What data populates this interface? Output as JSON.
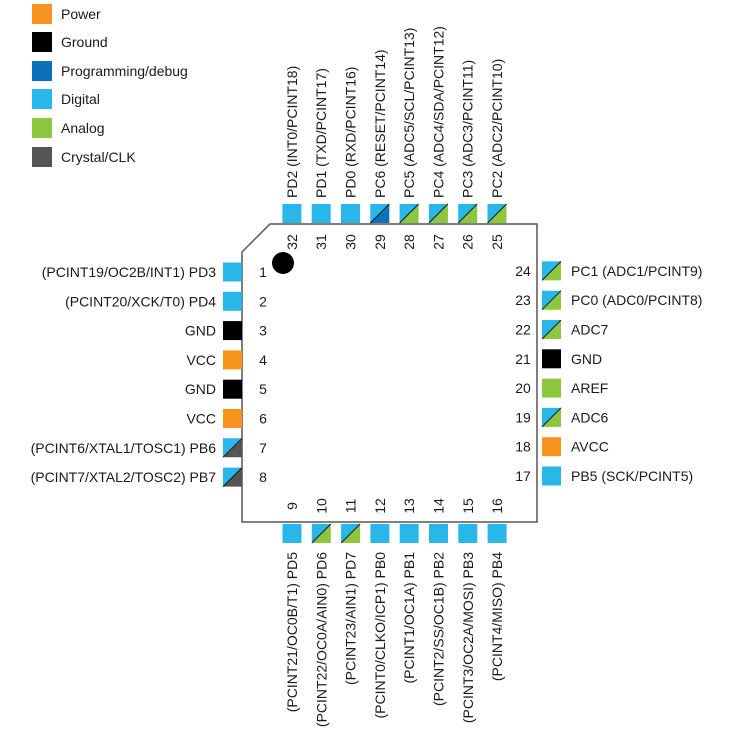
{
  "legend": [
    {
      "label": "Power",
      "color": "#F7941D",
      "kind": "power"
    },
    {
      "label": "Ground",
      "color": "#000000",
      "kind": "ground"
    },
    {
      "label": "Programming/debug",
      "color": "#0B72BA",
      "kind": "prog"
    },
    {
      "label": "Digital",
      "color": "#29B6E8",
      "kind": "digital"
    },
    {
      "label": "Analog",
      "color": "#8DC63F",
      "kind": "analog"
    },
    {
      "label": "Crystal/CLK",
      "color": "#555555",
      "kind": "clk"
    }
  ],
  "left_pins": [
    {
      "num": "1",
      "label": "(PCINT19/OC2B/INT1) PD3",
      "type": "digital"
    },
    {
      "num": "2",
      "label": "(PCINT20/XCK/T0) PD4",
      "type": "digital"
    },
    {
      "num": "3",
      "label": "GND",
      "type": "ground"
    },
    {
      "num": "4",
      "label": "VCC",
      "type": "power"
    },
    {
      "num": "5",
      "label": "GND",
      "type": "ground"
    },
    {
      "num": "6",
      "label": "VCC",
      "type": "power"
    },
    {
      "num": "7",
      "label": "(PCINT6/XTAL1/TOSC1) PB6",
      "type": "digital-clk"
    },
    {
      "num": "8",
      "label": "(PCINT7/XTAL2/TOSC2) PB7",
      "type": "digital-clk"
    }
  ],
  "bottom_pins": [
    {
      "num": "9",
      "label": "(PCINT21/OC0B/T1) PD5",
      "type": "digital"
    },
    {
      "num": "10",
      "label": "(PCINT22/OC0A/AIN0) PD6",
      "type": "digital-analog"
    },
    {
      "num": "11",
      "label": "(PCINT23/AIN1) PD7",
      "type": "digital-analog"
    },
    {
      "num": "12",
      "label": "(PCINT0/CLKO/ICP1) PB0",
      "type": "digital"
    },
    {
      "num": "13",
      "label": "(PCINT1/OC1A) PB1",
      "type": "digital"
    },
    {
      "num": "14",
      "label": "(PCINT2/SS/OC1B) PB2",
      "type": "digital"
    },
    {
      "num": "15",
      "label": "(PCINT3/OC2A/MOSI) PB3",
      "type": "digital"
    },
    {
      "num": "16",
      "label": "(PCINT4/MISO) PB4",
      "type": "digital"
    }
  ],
  "right_pins": [
    {
      "num": "17",
      "label": "PB5 (SCK/PCINT5)",
      "type": "digital"
    },
    {
      "num": "18",
      "label": "AVCC",
      "type": "power"
    },
    {
      "num": "19",
      "label": "ADC6",
      "type": "digital-analog"
    },
    {
      "num": "20",
      "label": "AREF",
      "type": "analog"
    },
    {
      "num": "21",
      "label": "GND",
      "type": "ground"
    },
    {
      "num": "22",
      "label": "ADC7",
      "type": "digital-analog"
    },
    {
      "num": "23",
      "label": "PC0 (ADC0/PCINT8)",
      "type": "digital-analog"
    },
    {
      "num": "24",
      "label": "PC1 (ADC1/PCINT9)",
      "type": "digital-analog"
    }
  ],
  "top_pins": [
    {
      "num": "25",
      "label": "PC2 (ADC2/PCINT10)",
      "type": "digital-analog"
    },
    {
      "num": "26",
      "label": "PC3 (ADC3/PCINT11)",
      "type": "digital-analog"
    },
    {
      "num": "27",
      "label": "PC4 (ADC4/SDA/PCINT12)",
      "type": "digital-analog"
    },
    {
      "num": "28",
      "label": "PC5 (ADC5/SCL/PCINT13)",
      "type": "digital-analog"
    },
    {
      "num": "29",
      "label": "PC6 (RESET/PCINT14)",
      "type": "digital-prog"
    },
    {
      "num": "30",
      "label": "PD0 (RXD/PCINT16)",
      "type": "digital"
    },
    {
      "num": "31",
      "label": "PD1 (TXD/PCINT17)",
      "type": "digital"
    },
    {
      "num": "32",
      "label": "PD2 (INT0/PCINT18)",
      "type": "digital"
    }
  ],
  "colors": {
    "digital": "#29B6E8",
    "analog": "#8DC63F",
    "power": "#F7941D",
    "ground": "#000000",
    "prog": "#0B72BA",
    "clk": "#555555",
    "outline": "#555555"
  }
}
